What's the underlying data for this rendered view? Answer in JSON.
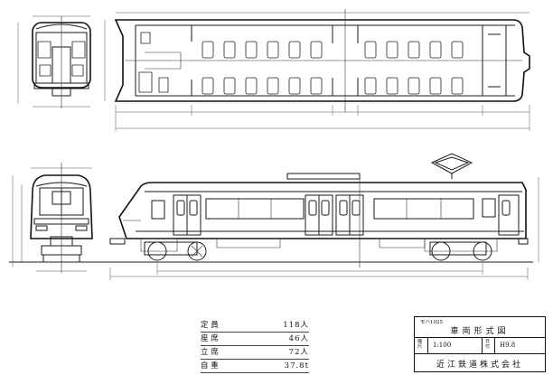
{
  "specs": {
    "rows": [
      {
        "label": "定 員",
        "value": "118人"
      },
      {
        "label": "座 席",
        "value": "46人"
      },
      {
        "label": "立 席",
        "value": "72人"
      },
      {
        "label": "自 重",
        "value": "37.8t"
      }
    ]
  },
  "title_block": {
    "code": "モハ1025",
    "title": "車両形式図",
    "scale_label": "縮尺",
    "scale": "1:100",
    "date_label": "日付",
    "date": "H9.8",
    "company": "近江鉄道株式会社"
  }
}
